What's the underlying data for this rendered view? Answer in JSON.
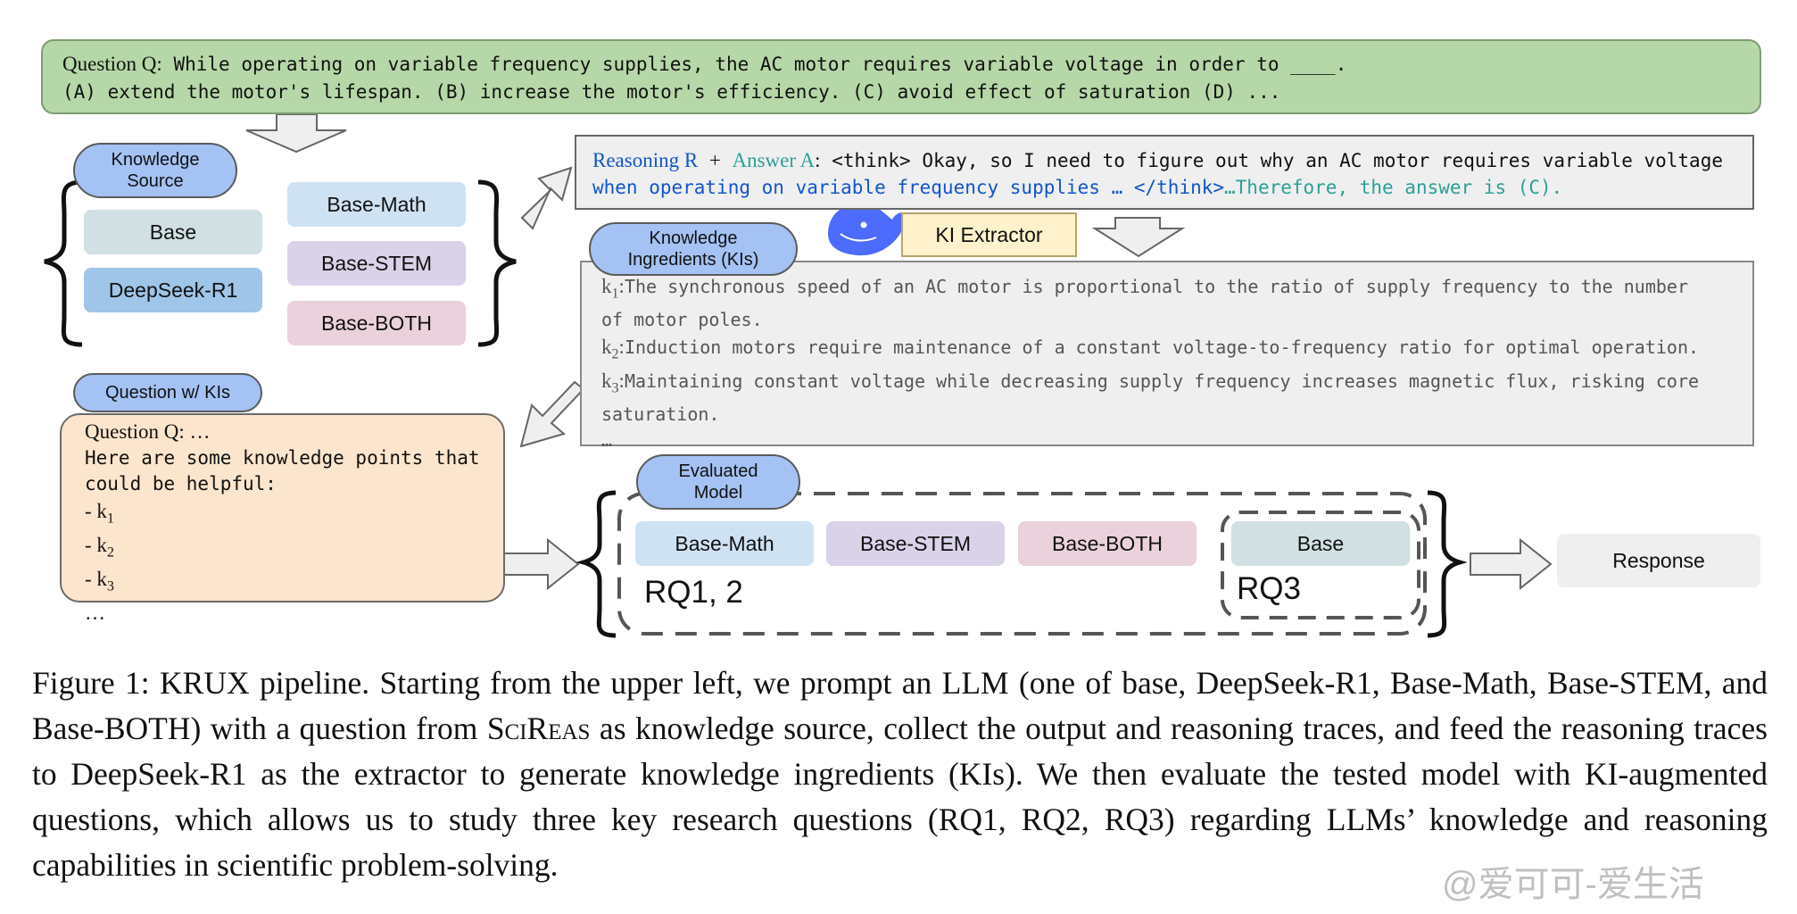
{
  "question": {
    "label": "Question Q:",
    "line1": "While operating on variable frequency supplies, the AC motor requires variable voltage in order to ____.",
    "line2": "(A) extend the motor's lifespan. (B) increase the motor's efficiency. (C) avoid effect of saturation (D) ..."
  },
  "knowledge_source": {
    "title": "Knowledge Source",
    "models_left": [
      "Base",
      "DeepSeek-R1"
    ],
    "models_right": [
      "Base-Math",
      "Base-STEM",
      "Base-BOTH"
    ]
  },
  "reasoning": {
    "label_r": "Reasoning R",
    "plus": "+",
    "label_a": "Answer A",
    "colon": ":",
    "line1_text": "<think> Okay, so I need to figure out why an AC motor requires variable voltage",
    "line2_text": "when operating on variable frequency supplies … </think>",
    "line2_answer": "…Therefore, the answer is (C)."
  },
  "ki_section": {
    "title": "Knowledge Ingredients (KIs)",
    "extractor": "KI Extractor",
    "logo_icon": "whale-logo-icon",
    "items": [
      {
        "label": "k",
        "sub": "1",
        "lines": [
          "The synchronous speed of an AC motor is proportional to the ratio of supply frequency to the number",
          "of motor poles."
        ]
      },
      {
        "label": "k",
        "sub": "2",
        "lines": [
          "Induction motors require maintenance of a constant voltage-to-frequency ratio for optimal operation."
        ]
      },
      {
        "label": "k",
        "sub": "3",
        "lines": [
          "Maintaining constant voltage while decreasing supply frequency increases magnetic flux, risking core",
          "saturation."
        ]
      }
    ],
    "ellipsis": "…"
  },
  "question_with_kis": {
    "title": "Question w/ KIs",
    "line1": "Question Q: …",
    "line2": "Here are some knowledge points that",
    "line3": "could be helpful:",
    "items": [
      {
        "prefix": "- k",
        "sub": "1"
      },
      {
        "prefix": "- k",
        "sub": "2"
      },
      {
        "prefix": "- k",
        "sub": "3"
      }
    ],
    "ellipsis": "…"
  },
  "evaluated_model": {
    "title": "Evaluated Model",
    "models": [
      "Base-Math",
      "Base-STEM",
      "Base-BOTH"
    ],
    "rq12": "RQ1, 2",
    "base": "Base",
    "rq3": "RQ3"
  },
  "response": "Response",
  "caption": {
    "part1": "Figure 1: KRUX pipeline. Starting from the upper left, we prompt an LLM (one of base, DeepSeek-R1, Base-Math, Base-STEM, and Base-BOTH) with a question from ",
    "sciReas": "SciReas",
    "part2": " as knowledge source, collect the output and reasoning traces, and feed the reasoning traces to DeepSeek-R1 as the extractor to generate knowledge ingredients (KIs). We then evaluate the tested model with KI-augmented questions, which allows us to study three key research questions (RQ1, RQ2, RQ3) regarding LLMs’ knowledge and reasoning capabilities in scientific problem-solving."
  },
  "watermark": "@爱可可-爱生活",
  "colors": {
    "question_bg": "#b6d7a8",
    "pill_bg": "#a4c2f4",
    "base_math": "#cfe2f3",
    "base_stem": "#d9d2e9",
    "base_both": "#ead1dc",
    "base": "#d0e0e3",
    "deepseek": "#9fc5e8",
    "ki_extractor": "#fff2cc",
    "qwk_bg": "#fce5cd",
    "reasoning_blue": "#1155cc",
    "answer_teal": "#2aa198"
  }
}
